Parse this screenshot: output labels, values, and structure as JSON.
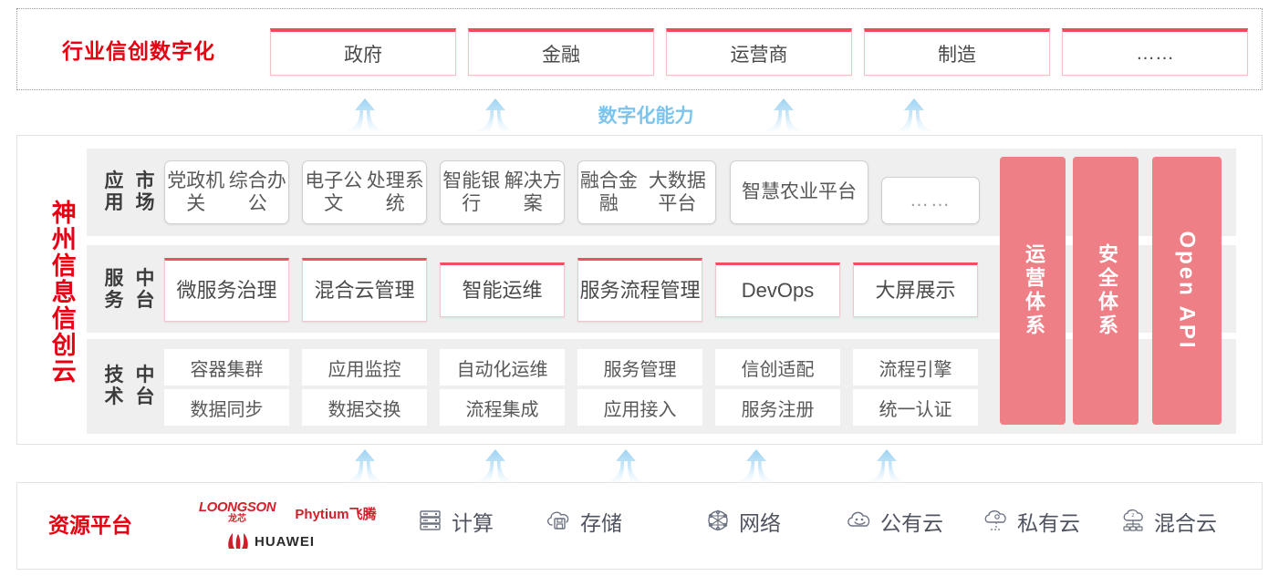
{
  "industry": {
    "title": "行业信创数字化",
    "boxes": [
      {
        "label": "政府",
        "name": "industry-box-government"
      },
      {
        "label": "金融",
        "name": "industry-box-finance"
      },
      {
        "label": "运营商",
        "name": "industry-box-carrier"
      },
      {
        "label": "制造",
        "name": "industry-box-manufacturing"
      },
      {
        "label": "……",
        "name": "industry-box-more"
      }
    ]
  },
  "capability": {
    "label": "数字化能力",
    "arrow_count_top": 4,
    "arrow_count_bottom": 5
  },
  "cloud": {
    "title": "神州信息信创云",
    "rows": [
      {
        "key": "app-market",
        "label": "应用\n市场",
        "label_lines": [
          "应用",
          "市场"
        ],
        "items": [
          {
            "lines": [
              "党政机关",
              "综合办公"
            ],
            "ghost": false
          },
          {
            "lines": [
              "电子公文",
              "处理系统"
            ],
            "ghost": false
          },
          {
            "lines": [
              "智能银行",
              "解决方案"
            ],
            "ghost": false
          },
          {
            "lines": [
              "融合金融",
              "大数据平台"
            ],
            "ghost": false
          },
          {
            "lines": [
              "智慧农业",
              "平台"
            ],
            "ghost": false
          },
          {
            "lines": [
              "……"
            ],
            "ghost": true
          }
        ]
      },
      {
        "key": "service-platform",
        "label_lines": [
          "服务",
          "中台"
        ],
        "items": [
          {
            "lines": [
              "微服务",
              "治理"
            ]
          },
          {
            "lines": [
              "混合云",
              "管理"
            ]
          },
          {
            "lines": [
              "智能运维"
            ]
          },
          {
            "lines": [
              "服务流程",
              "管理"
            ]
          },
          {
            "lines": [
              "DevOps"
            ]
          },
          {
            "lines": [
              "大屏展示"
            ]
          }
        ]
      },
      {
        "key": "tech-platform",
        "label_lines": [
          "技术",
          "中台"
        ],
        "items_row1": [
          "容器集群",
          "应用监控",
          "自动化运维",
          "服务管理",
          "信创适配",
          "流程引擎"
        ],
        "items_row2": [
          "数据同步",
          "数据交换",
          "流程集成",
          "应用接入",
          "服务注册",
          "统一认证"
        ]
      }
    ],
    "pillars": [
      {
        "label": "运营体系",
        "mode": "cjk",
        "name": "pillar-operations"
      },
      {
        "label": "安全体系",
        "mode": "cjk",
        "name": "pillar-security"
      },
      {
        "label": "Open API",
        "mode": "latin",
        "name": "pillar-open-api"
      }
    ]
  },
  "resource": {
    "title_lines": [
      "资源",
      "平台"
    ],
    "vendors": [
      {
        "name": "loongson",
        "text": "LOONGSON",
        "sub": "龙芯"
      },
      {
        "name": "phytium",
        "text": "Phytium飞腾"
      },
      {
        "name": "huawei",
        "text": "HUAWEI"
      }
    ],
    "items": [
      {
        "label": "计算",
        "icon": "server-icon"
      },
      {
        "label": "存储",
        "icon": "cloud-storage-icon"
      },
      {
        "label": "网络",
        "icon": "network-mesh-icon"
      },
      {
        "label": "公有云",
        "icon": "public-cloud-icon"
      },
      {
        "label": "私有云",
        "icon": "private-cloud-icon"
      },
      {
        "label": "混合云",
        "icon": "hybrid-cloud-icon"
      }
    ]
  },
  "colors": {
    "brand_red": "#e60012",
    "accent_pink": "#ef4a5e",
    "pillar_pink": "#ef7f86",
    "arrow_blue": "#7cc4ee",
    "band_gray": "#efefef"
  }
}
